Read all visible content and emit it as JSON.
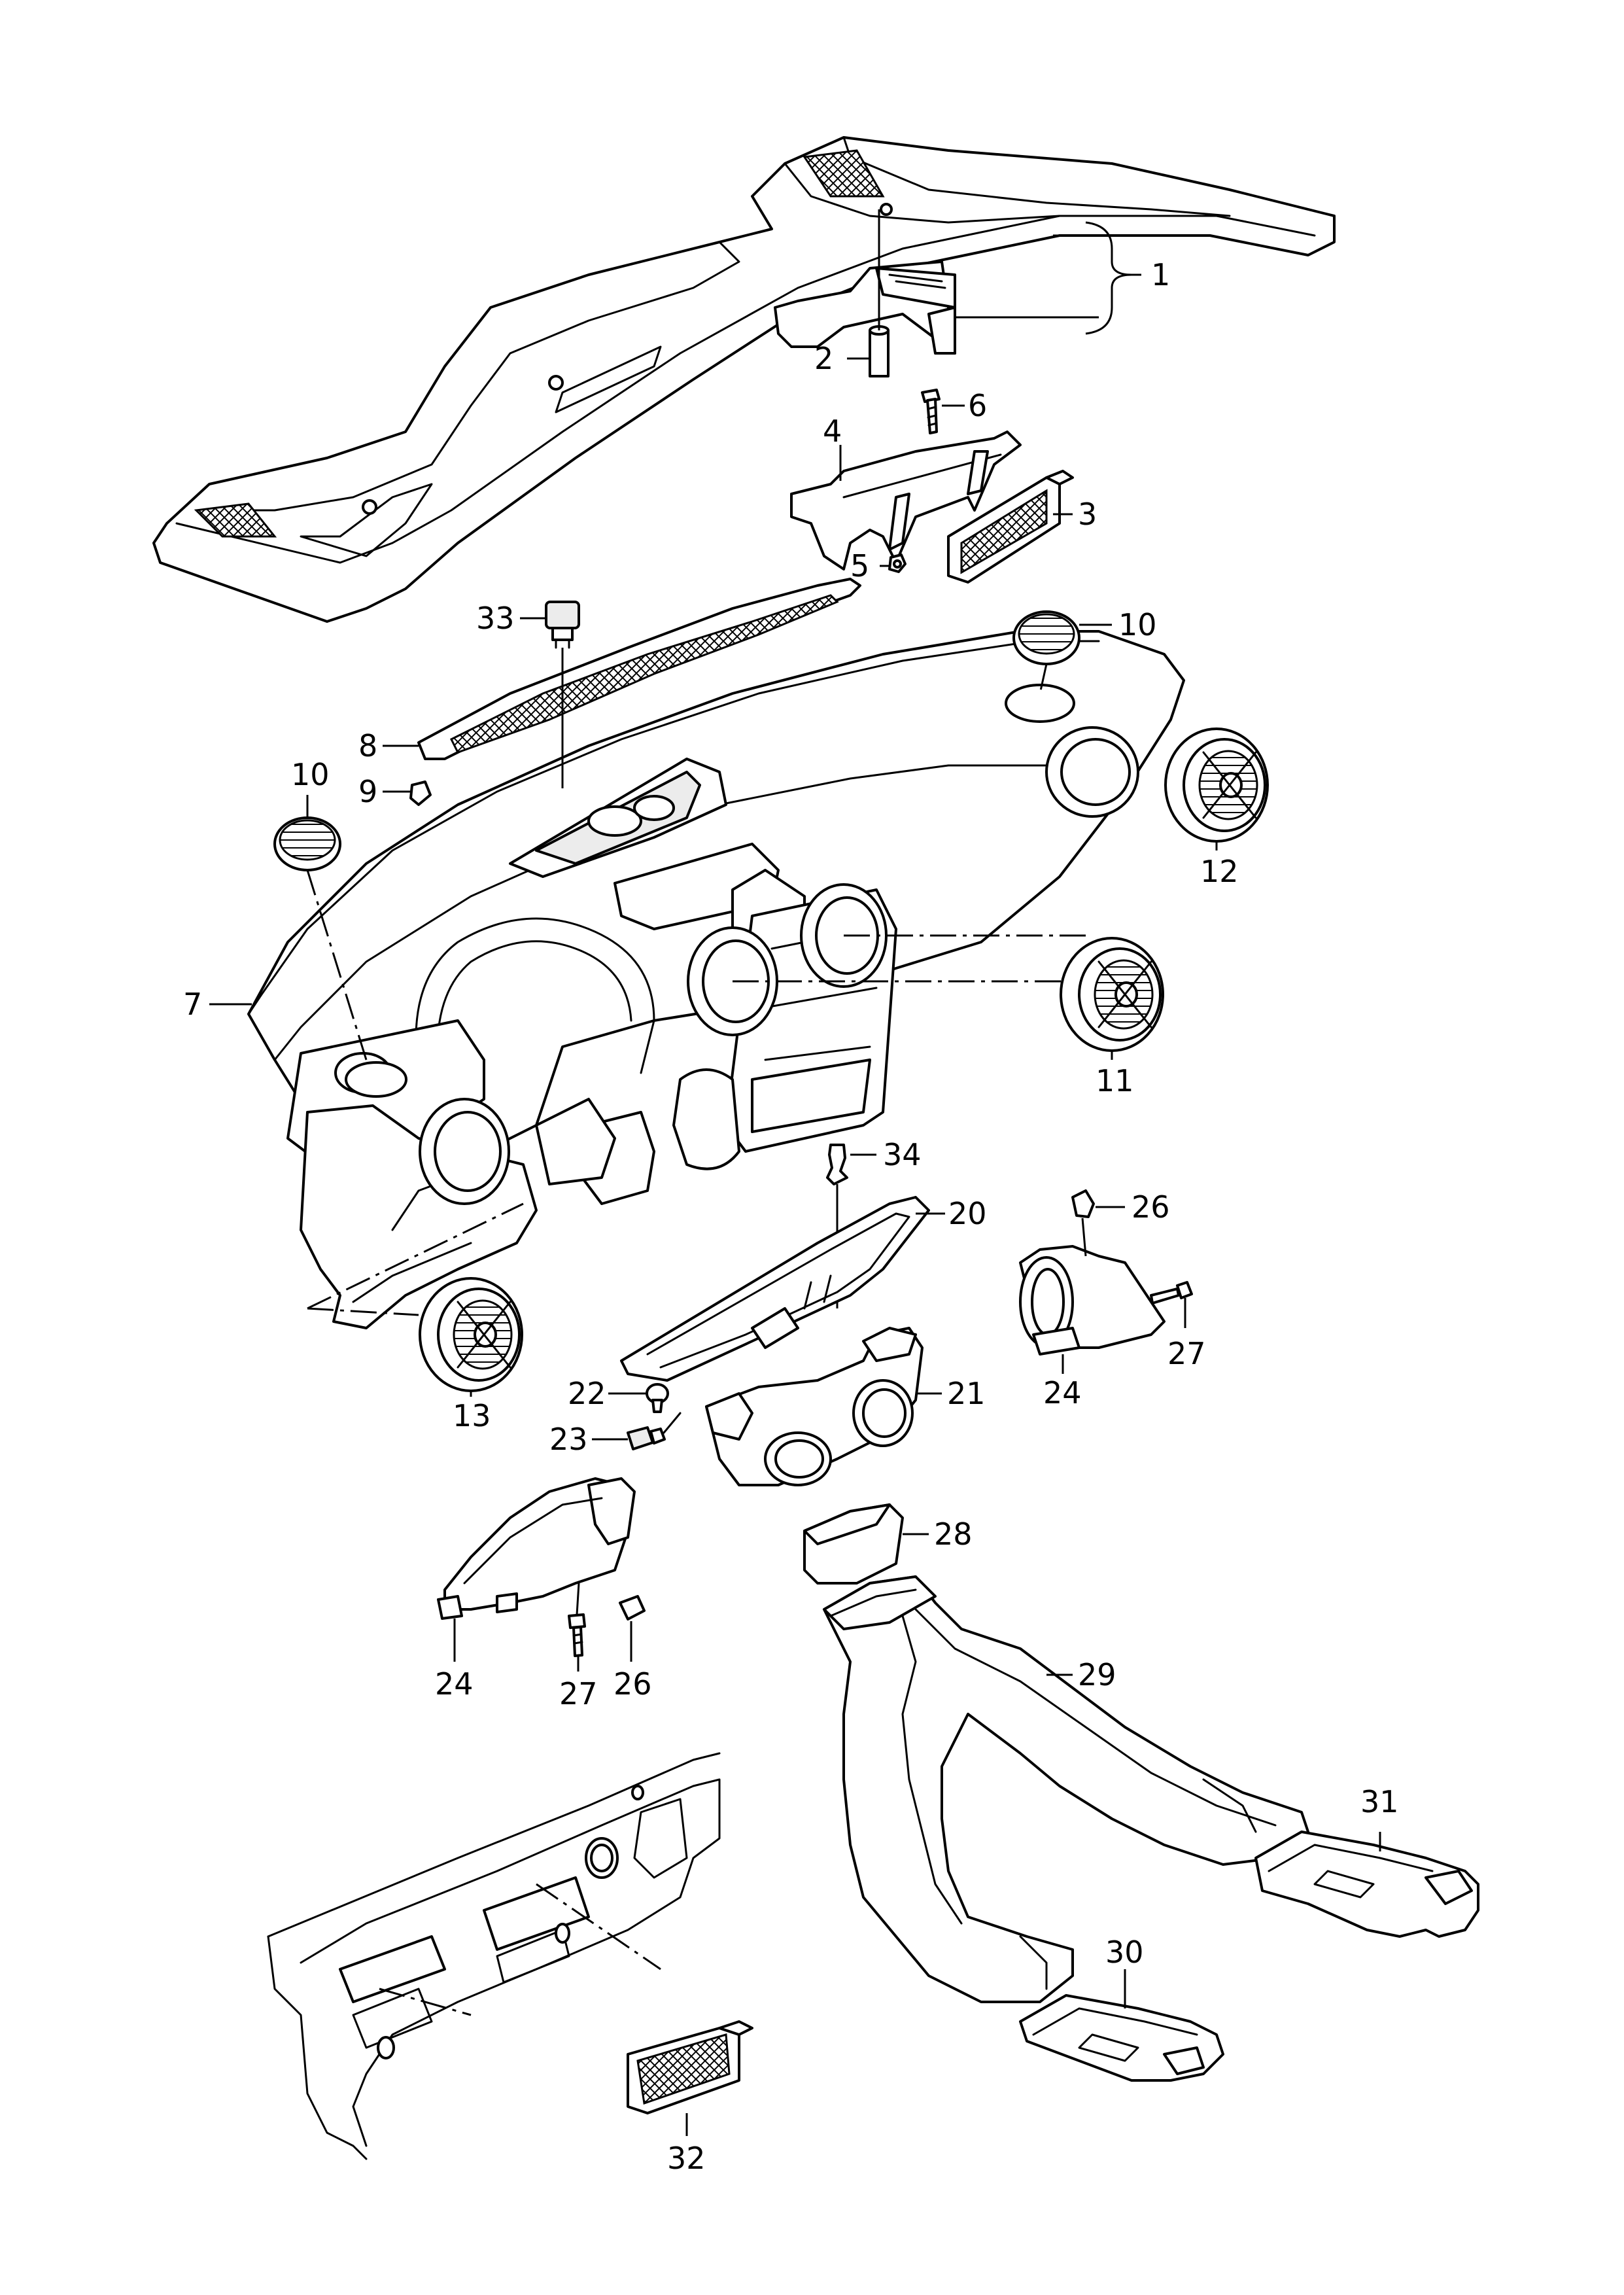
{
  "diagram": {
    "callouts": {
      "c1": "1",
      "c2": "2",
      "c3": "3",
      "c4": "4",
      "c5": "5",
      "c6": "6",
      "c7": "7",
      "c8": "8",
      "c9": "9",
      "c10a": "10",
      "c10b": "10",
      "c11": "11",
      "c12": "12",
      "c13": "13",
      "c20": "20",
      "c21": "21",
      "c22": "22",
      "c23": "23",
      "c24a": "24",
      "c24b": "24",
      "c26a": "26",
      "c26b": "26",
      "c27a": "27",
      "c27b": "27",
      "c28": "28",
      "c29": "29",
      "c30": "30",
      "c31": "31",
      "c32": "32",
      "c33": "33",
      "c34": "34"
    }
  }
}
